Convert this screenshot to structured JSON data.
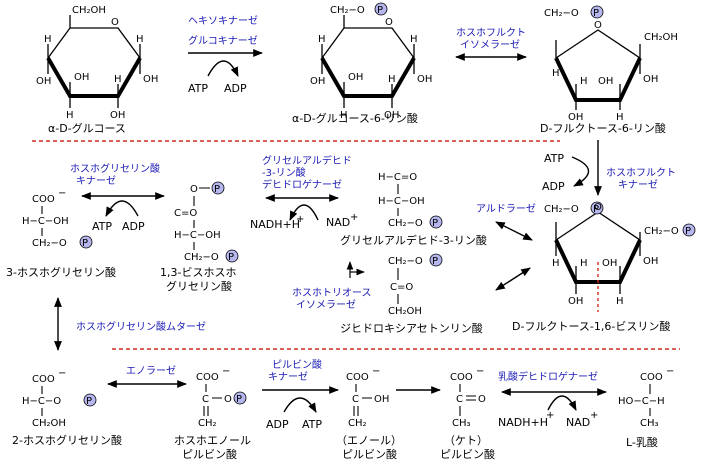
{
  "compounds": {
    "glucose": "α-D-グルコース",
    "g6p": "α-D-グルコース-6-リン酸",
    "f6p": "D-フルクトース-6-リン酸",
    "f16bp": "D-フルクトース-1,6-ビスリン酸",
    "gap": "グリセルアルデヒド-3-リン酸",
    "dhap": "ジヒドロキシアセトンリン酸",
    "bpg13_l1": "1,3-ビスホスホ",
    "bpg13_l2": "グリセリン酸",
    "pg3": "3-ホスホグリセリン酸",
    "pg2": "2-ホスホグリセリン酸",
    "pep_l1": "ホスホエノール",
    "pep_l2": "ピルビン酸",
    "enol_l1": "（エノール）",
    "enol_l2": "ピルビン酸",
    "keto_l1": "（ケト）",
    "keto_l2": "ピルビン酸",
    "lactate": "L-乳酸"
  },
  "enzymes": {
    "hexokinase": "ヘキソキナーゼ",
    "glucokinase": "グルコキナーゼ",
    "pgi_l1": "ホスホフルクト",
    "pgi_l2": "イソメラーゼ",
    "pfk_l1": "ホスホフルクト",
    "pfk_l2": "キナーゼ",
    "aldolase": "アルドラーゼ",
    "tpi_l1": "ホスホトリオース",
    "tpi_l2": "イソメラーゼ",
    "gapdh_l1": "グリセルアルデヒド",
    "gapdh_l2": "-3-リン酸",
    "gapdh_l3": "デヒドロゲナーゼ",
    "pgk_l1": "ホスホグリセリン酸",
    "pgk_l2": "キナーゼ",
    "pgm": "ホスホグリセリン酸ムターゼ",
    "enolase": "エノラーゼ",
    "pk_l1": "ピルビン酸",
    "pk_l2": "キナーゼ",
    "ldh": "乳酸デヒドロゲナーゼ"
  },
  "cofactors": {
    "atp": "ATP",
    "adp": "ADP",
    "nadh": "NADH+H",
    "nad": "NAD",
    "plus": "+",
    "minus": "−"
  },
  "groups": {
    "oh": "OH",
    "ch2oh": "CH₂OH",
    "ch2": "CH₂",
    "ch3": "CH₃",
    "coo": "COO",
    "h": "H",
    "c": "C",
    "o": "O",
    "p": "P",
    "ho": "HO",
    "h_c_oh": "H−C−OH",
    "h_c_o": "H−C−O",
    "ho_c_h": "HO−C−H",
    "ch2_o": "CH₂−O",
    "ch2o": "CH₂O",
    "c_o": "C=O",
    "c_dbl": "C",
    "h_c_o_ald": "H−C=O"
  },
  "colors": {
    "enzyme": "#1a1ab5",
    "phosphate_fill": "#b7b7ef",
    "divider": "#d42a1a"
  }
}
